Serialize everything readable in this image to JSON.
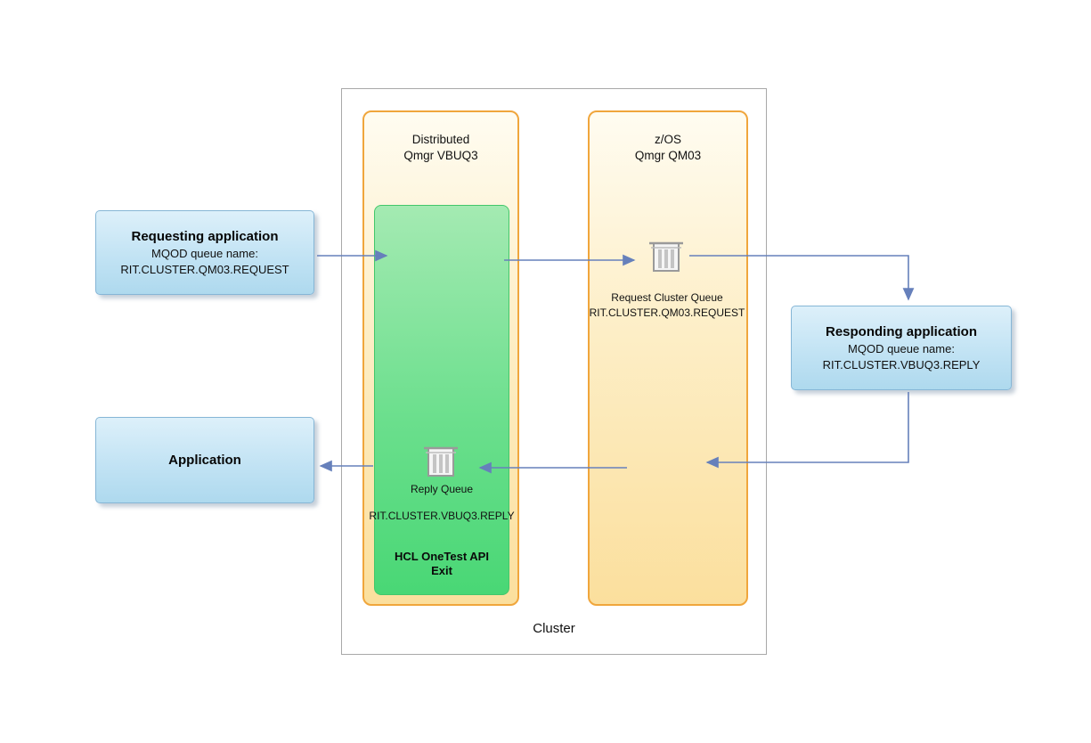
{
  "colors": {
    "arrow": "#6680bb",
    "qmgr_border": "#f0a63c",
    "exit_border": "#43c76b",
    "exit_fill": "#6bdf8d",
    "app_border": "#86b6d6",
    "app_fill": "#c2e3f4"
  },
  "cluster": {
    "label": "Cluster"
  },
  "qmgr_distributed": {
    "line1": "Distributed",
    "line2": "Qmgr VBUQ3"
  },
  "qmgr_zos": {
    "line1": "z/OS",
    "line2": "Qmgr QM03"
  },
  "request_queue": {
    "label": "Request Cluster Queue",
    "name": "RIT.CLUSTER.QM03.REQUEST"
  },
  "reply_queue": {
    "label": "Reply Queue",
    "name": "RIT.CLUSTER.VBUQ3.REPLY"
  },
  "exit": {
    "line1": "HCL OneTest API",
    "line2": "Exit"
  },
  "requesting_app": {
    "title": "Requesting application",
    "line1": "MQOD queue name:",
    "line2": "RIT.CLUSTER.QM03.REQUEST"
  },
  "responding_app": {
    "title": "Responding application",
    "line1": "MQOD queue name:",
    "line2": "RIT.CLUSTER.VBUQ3.REPLY"
  },
  "application": {
    "title": "Application"
  }
}
